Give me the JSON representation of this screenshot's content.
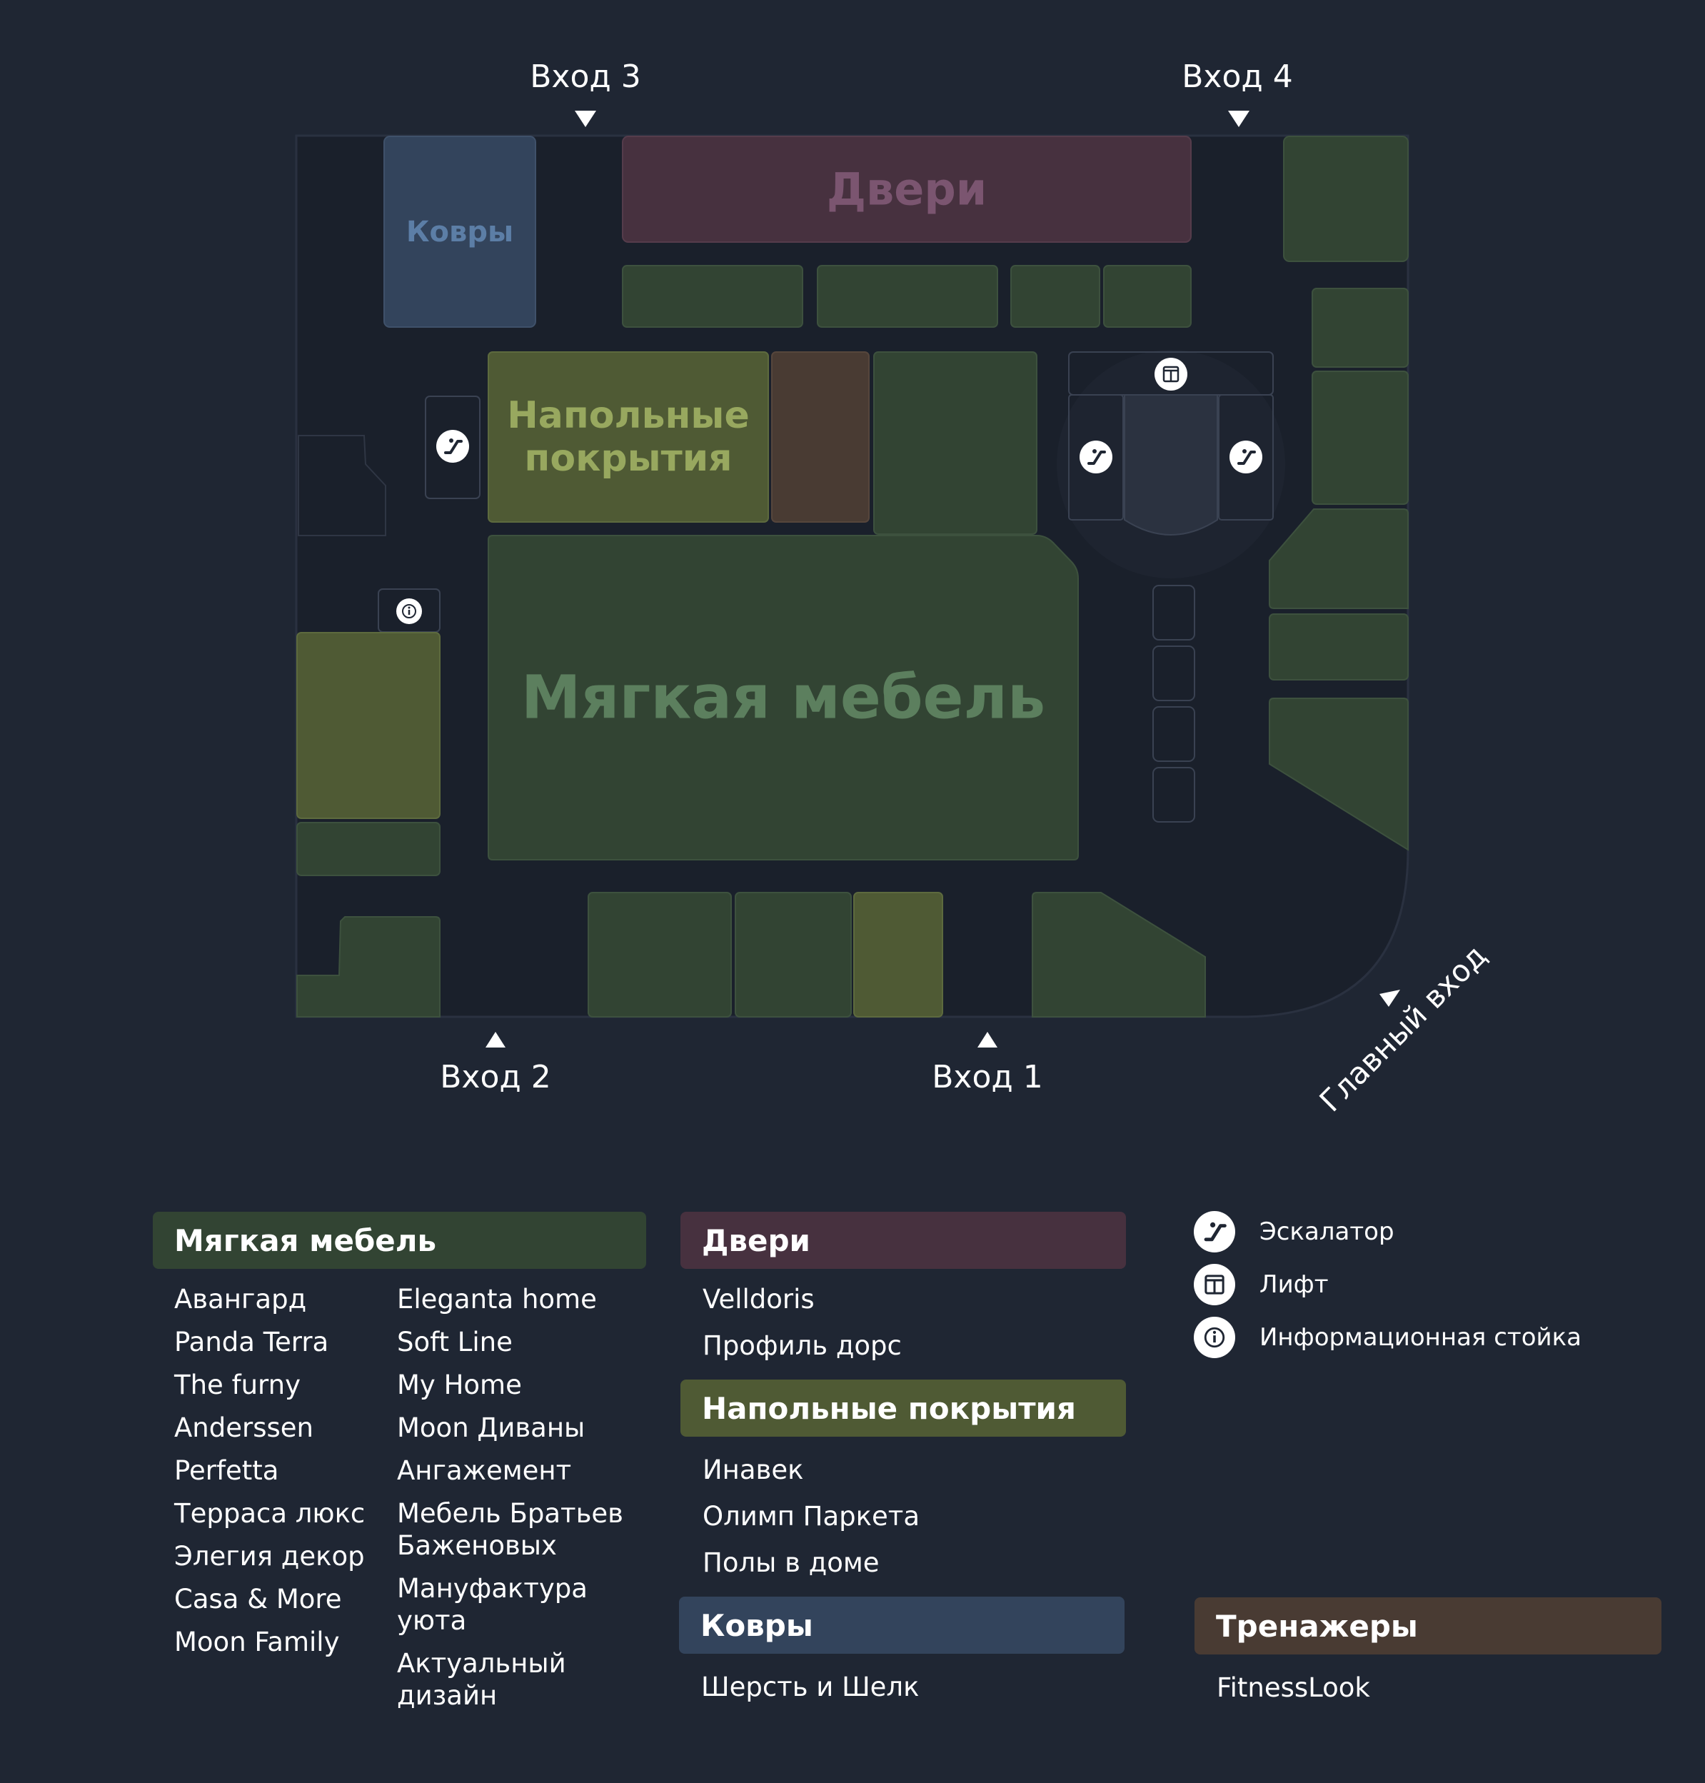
{
  "colors": {
    "background": "#1f2633",
    "floor": "#1a202b",
    "sofa": "#324433",
    "doors": "#47313f",
    "floor_covering": "#4f5a34",
    "carpets": "#33445c",
    "fitness": "#493b33"
  },
  "entrances": {
    "e1": "Вход 1",
    "e2": "Вход 2",
    "e3": "Вход 3",
    "e4": "Вход 4",
    "main": "Главный вход"
  },
  "map_labels": {
    "doors": "Двери",
    "carpets": "Ковры",
    "floor_line1": "Напольные",
    "floor_line2": "покрытия",
    "sofa": "Мягкая мебель"
  },
  "legend": {
    "sofa": {
      "title": "Мягкая мебель",
      "col1": [
        "Авангард",
        "Panda Terra",
        "The furny",
        "Anderssen",
        "Perfetta",
        "Терраса люкс",
        "Элегия декор",
        "Casa & More",
        "Moon Family"
      ],
      "col2": [
        "Eleganta home",
        "Soft Line",
        "My Home",
        "Moon Диваны",
        "Ангажемент",
        "Мебель Братьев Баженовых",
        "Мануфактура уюта",
        "Актуальный дизайн"
      ]
    },
    "doors": {
      "title": "Двери",
      "items": [
        "Velldoris",
        "Профиль дорс"
      ]
    },
    "floor": {
      "title": "Напольные покрытия",
      "items": [
        "Инавек",
        "Олимп Паркета",
        "Полы в доме"
      ]
    },
    "carpets": {
      "title": "Ковры",
      "items": [
        "Шерсть и Шелк"
      ]
    },
    "fitness": {
      "title": "Тренажеры",
      "items": [
        "FitnessLook"
      ]
    },
    "symbols": [
      {
        "icon": "escalator-icon",
        "label": "Эскалатор"
      },
      {
        "icon": "elevator-icon",
        "label": "Лифт"
      },
      {
        "icon": "info-icon",
        "label": "Информационная стойка"
      }
    ]
  }
}
